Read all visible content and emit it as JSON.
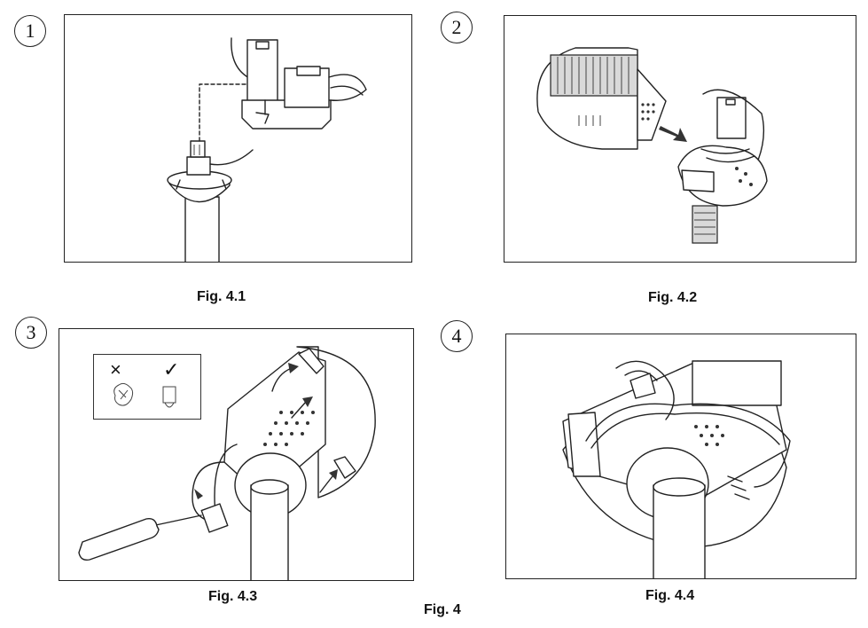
{
  "steps": [
    {
      "number": "1",
      "caption": "Fig. 4.1"
    },
    {
      "number": "2",
      "caption": "Fig. 4.2"
    },
    {
      "number": "3",
      "caption": "Fig. 4.3"
    },
    {
      "number": "4",
      "caption": "Fig. 4.4"
    }
  ],
  "figure_caption": "Fig. 4",
  "inset": {
    "wrong_mark": "×",
    "right_mark": "✓"
  }
}
